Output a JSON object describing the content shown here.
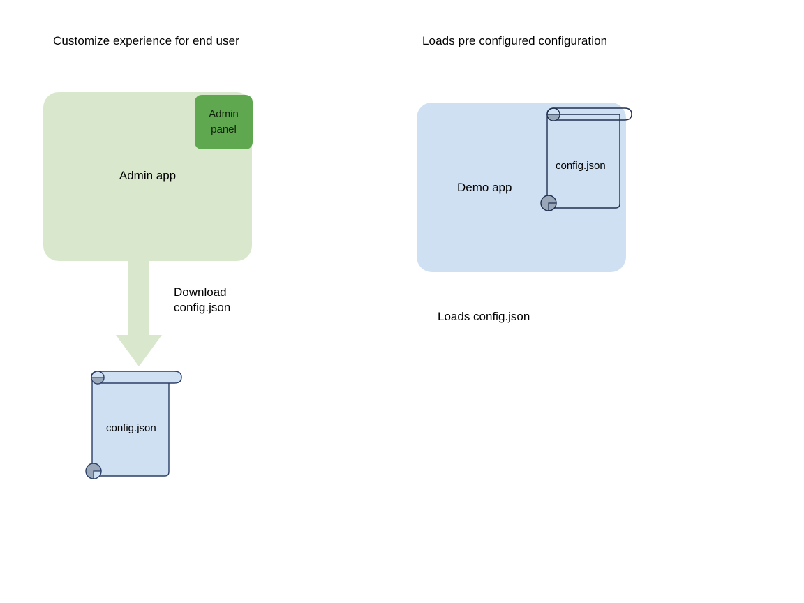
{
  "diagram": {
    "headings": {
      "left": "Customize experience for end user",
      "right": "Loads pre configured configuration"
    },
    "left_flow": {
      "app_box": {
        "label": "Admin app",
        "fill_color": "#d9e8cd"
      },
      "panel_box": {
        "label": "Admin panel",
        "label_line1": "Admin",
        "label_line2": "panel",
        "fill_color": "#60a84f"
      },
      "arrow": {
        "label_line1": "Download",
        "label_line2": "config.json",
        "direction": "down",
        "fill_color": "#d9e8cd"
      },
      "file": {
        "label": "config.json",
        "fill_color": "#cfe0f3",
        "stroke_color": "#2c3e66",
        "roll_color": "#9aa7b8"
      }
    },
    "right_flow": {
      "app_box": {
        "label": "Demo app",
        "fill_color": "#cfe0f3"
      },
      "file": {
        "label": "config.json",
        "fill_color": "none",
        "stroke_color": "#20304f",
        "roll_color": "#9aa7b8"
      },
      "caption": "Loads config.json"
    },
    "divider": {
      "style": "dotted",
      "color": "#b0b0b0"
    }
  }
}
